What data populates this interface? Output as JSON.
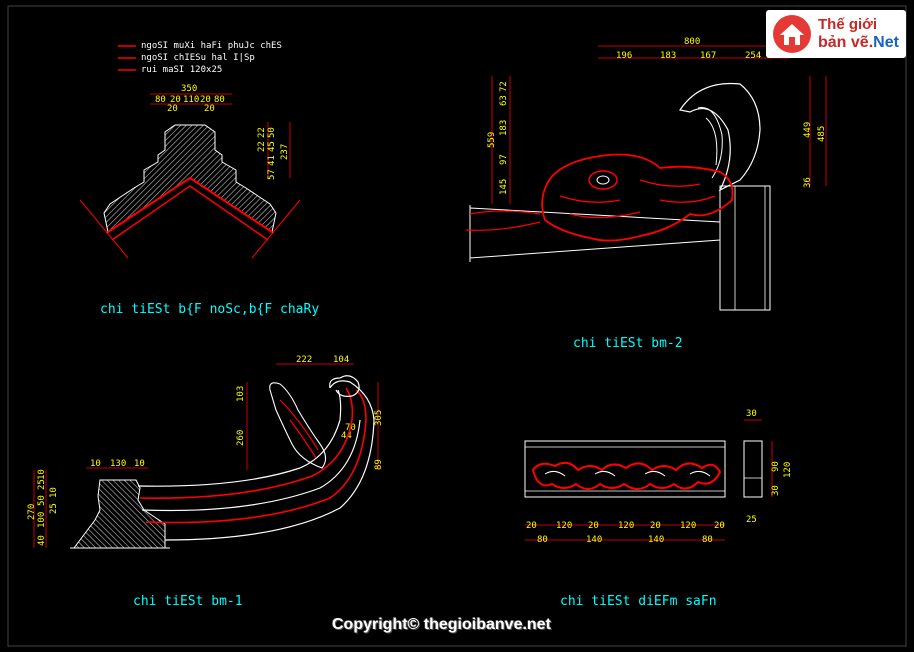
{
  "legend": [
    "ngoSI muXi haFi phuJc chES",
    "ngoSI chIESu hal I|Sp",
    "rui maSI 120x25"
  ],
  "titles": {
    "ridge": "chi tiESt b{F noSc,b{F chaRy",
    "bm2": "chi tiESt bm-2",
    "bm1": "chi tiESt bm-1",
    "frieze": "chi tiESt diEFm saFn"
  },
  "dims": {
    "ridge_top": [
      "350",
      "80",
      "20",
      "110",
      "20",
      "80",
      "20",
      "20"
    ],
    "ridge_side": [
      "22",
      "22",
      "57",
      "41",
      "45",
      "50",
      "237"
    ],
    "bm2_top": [
      "800",
      "196",
      "183",
      "167",
      "254"
    ],
    "bm2_left": [
      "559",
      "63",
      "72",
      "183",
      "97",
      "145"
    ],
    "bm2_right": [
      "449",
      "485",
      "36"
    ],
    "bm1_top": [
      "222",
      "104"
    ],
    "bm1_mid": [
      "103",
      "260",
      "70",
      "44",
      "305",
      "89"
    ],
    "bm1_left_top": [
      "10",
      "130",
      "10"
    ],
    "bm1_left": [
      "270",
      "40",
      "100",
      "50",
      "25",
      "10",
      "25",
      "10"
    ],
    "frieze_bottom1": [
      "20",
      "120",
      "20",
      "120",
      "20",
      "120",
      "20"
    ],
    "frieze_bottom2": [
      "80",
      "140",
      "140",
      "80"
    ],
    "frieze_side": [
      "30",
      "90",
      "120",
      "30",
      "25"
    ]
  },
  "logo": {
    "line1": "Thế giới",
    "line2a": "bản vẽ.",
    "line2b": "Net"
  },
  "copyright": "Copyright© thegioibanve.net",
  "colors": {
    "background": "#000000",
    "dimension": "#ffff00",
    "title": "#00ffff",
    "accent": "#ff0000",
    "line": "#ffffff"
  }
}
